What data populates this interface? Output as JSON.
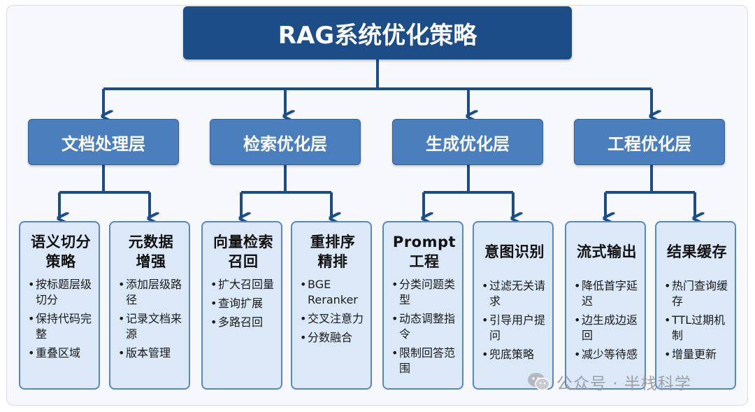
{
  "title": "RAG系统优化策略",
  "layers": [
    {
      "name": "文档处理层",
      "cards": [
        {
          "title": "语义切分\n策略",
          "items": [
            "按标题层级切分",
            "保持代码完整",
            "重叠区域"
          ]
        },
        {
          "title": "元数据\n增强",
          "items": [
            "添加层级路径",
            "记录文档来源",
            "版本管理"
          ]
        }
      ]
    },
    {
      "name": "检索优化层",
      "cards": [
        {
          "title": "向量检索\n召回",
          "items": [
            "扩大召回量",
            "查询扩展",
            "多路召回"
          ]
        },
        {
          "title": "重排序\n精排",
          "items": [
            "BGE Reranker",
            "交叉注意力",
            "分数融合"
          ]
        }
      ]
    },
    {
      "name": "生成优化层",
      "cards": [
        {
          "title": "Prompt\n工程",
          "items": [
            "分类问题类型",
            "动态调整指令",
            "限制回答范围"
          ]
        },
        {
          "title": "意图识别",
          "items": [
            "过滤无关请求",
            "引导用户提问",
            "兜底策略"
          ]
        }
      ]
    },
    {
      "name": "工程优化层",
      "cards": [
        {
          "title": "流式输出",
          "items": [
            "降低首字延迟",
            "边生成边返回",
            "减少等待感"
          ]
        },
        {
          "title": "结果缓存",
          "items": [
            "热门查询缓存",
            "TTL过期机制",
            "增量更新"
          ]
        }
      ]
    }
  ],
  "watermark": "公众号 · 半栈科学",
  "watermark_icon": "wechat-icon",
  "colors": {
    "root": "#1c4d86",
    "layer": "#4a7ebd",
    "card_fill": "#dbe8f7",
    "card_border": "#5b86bd",
    "connector": "#1c4d86"
  }
}
